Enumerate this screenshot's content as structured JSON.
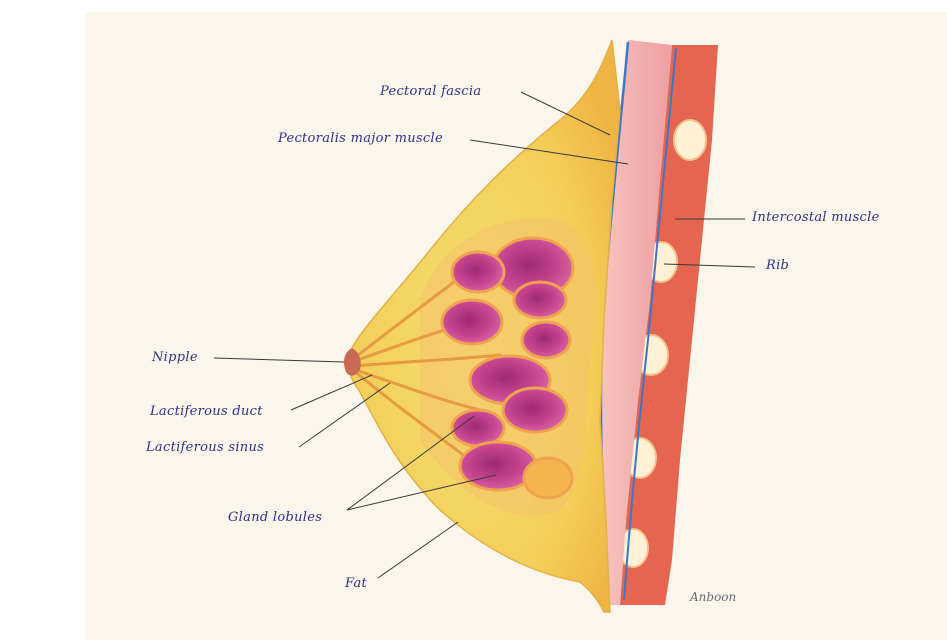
{
  "labels": {
    "pectoral_fascia": "Pectoral fascia",
    "pectoralis_major": "Pectoralis major muscle",
    "intercostal_muscle": "Intercostal muscle",
    "rib": "Rib",
    "nipple": "Nipple",
    "lactiferous_duct": "Lactiferous duct",
    "lactiferous_sinus": "Lactiferous sinus",
    "gland_lobules": "Gland lobules",
    "fat": "Fat"
  },
  "signature": "Anboon",
  "colors": {
    "paper": "#fbf6ec",
    "fat": "#f6df72",
    "fat_dark": "#efb844",
    "lobule": "#c7448f",
    "lobule_dark": "#9c2a72",
    "lobule_rim": "#f0a24e",
    "muscle": "#f1a7a9",
    "fascia_line": "#3d78c8",
    "chest_wall": "#e2553f",
    "rib": "#fff0d6",
    "label_text": "#2f2f8a",
    "leader_line": "#3a3a3a"
  }
}
